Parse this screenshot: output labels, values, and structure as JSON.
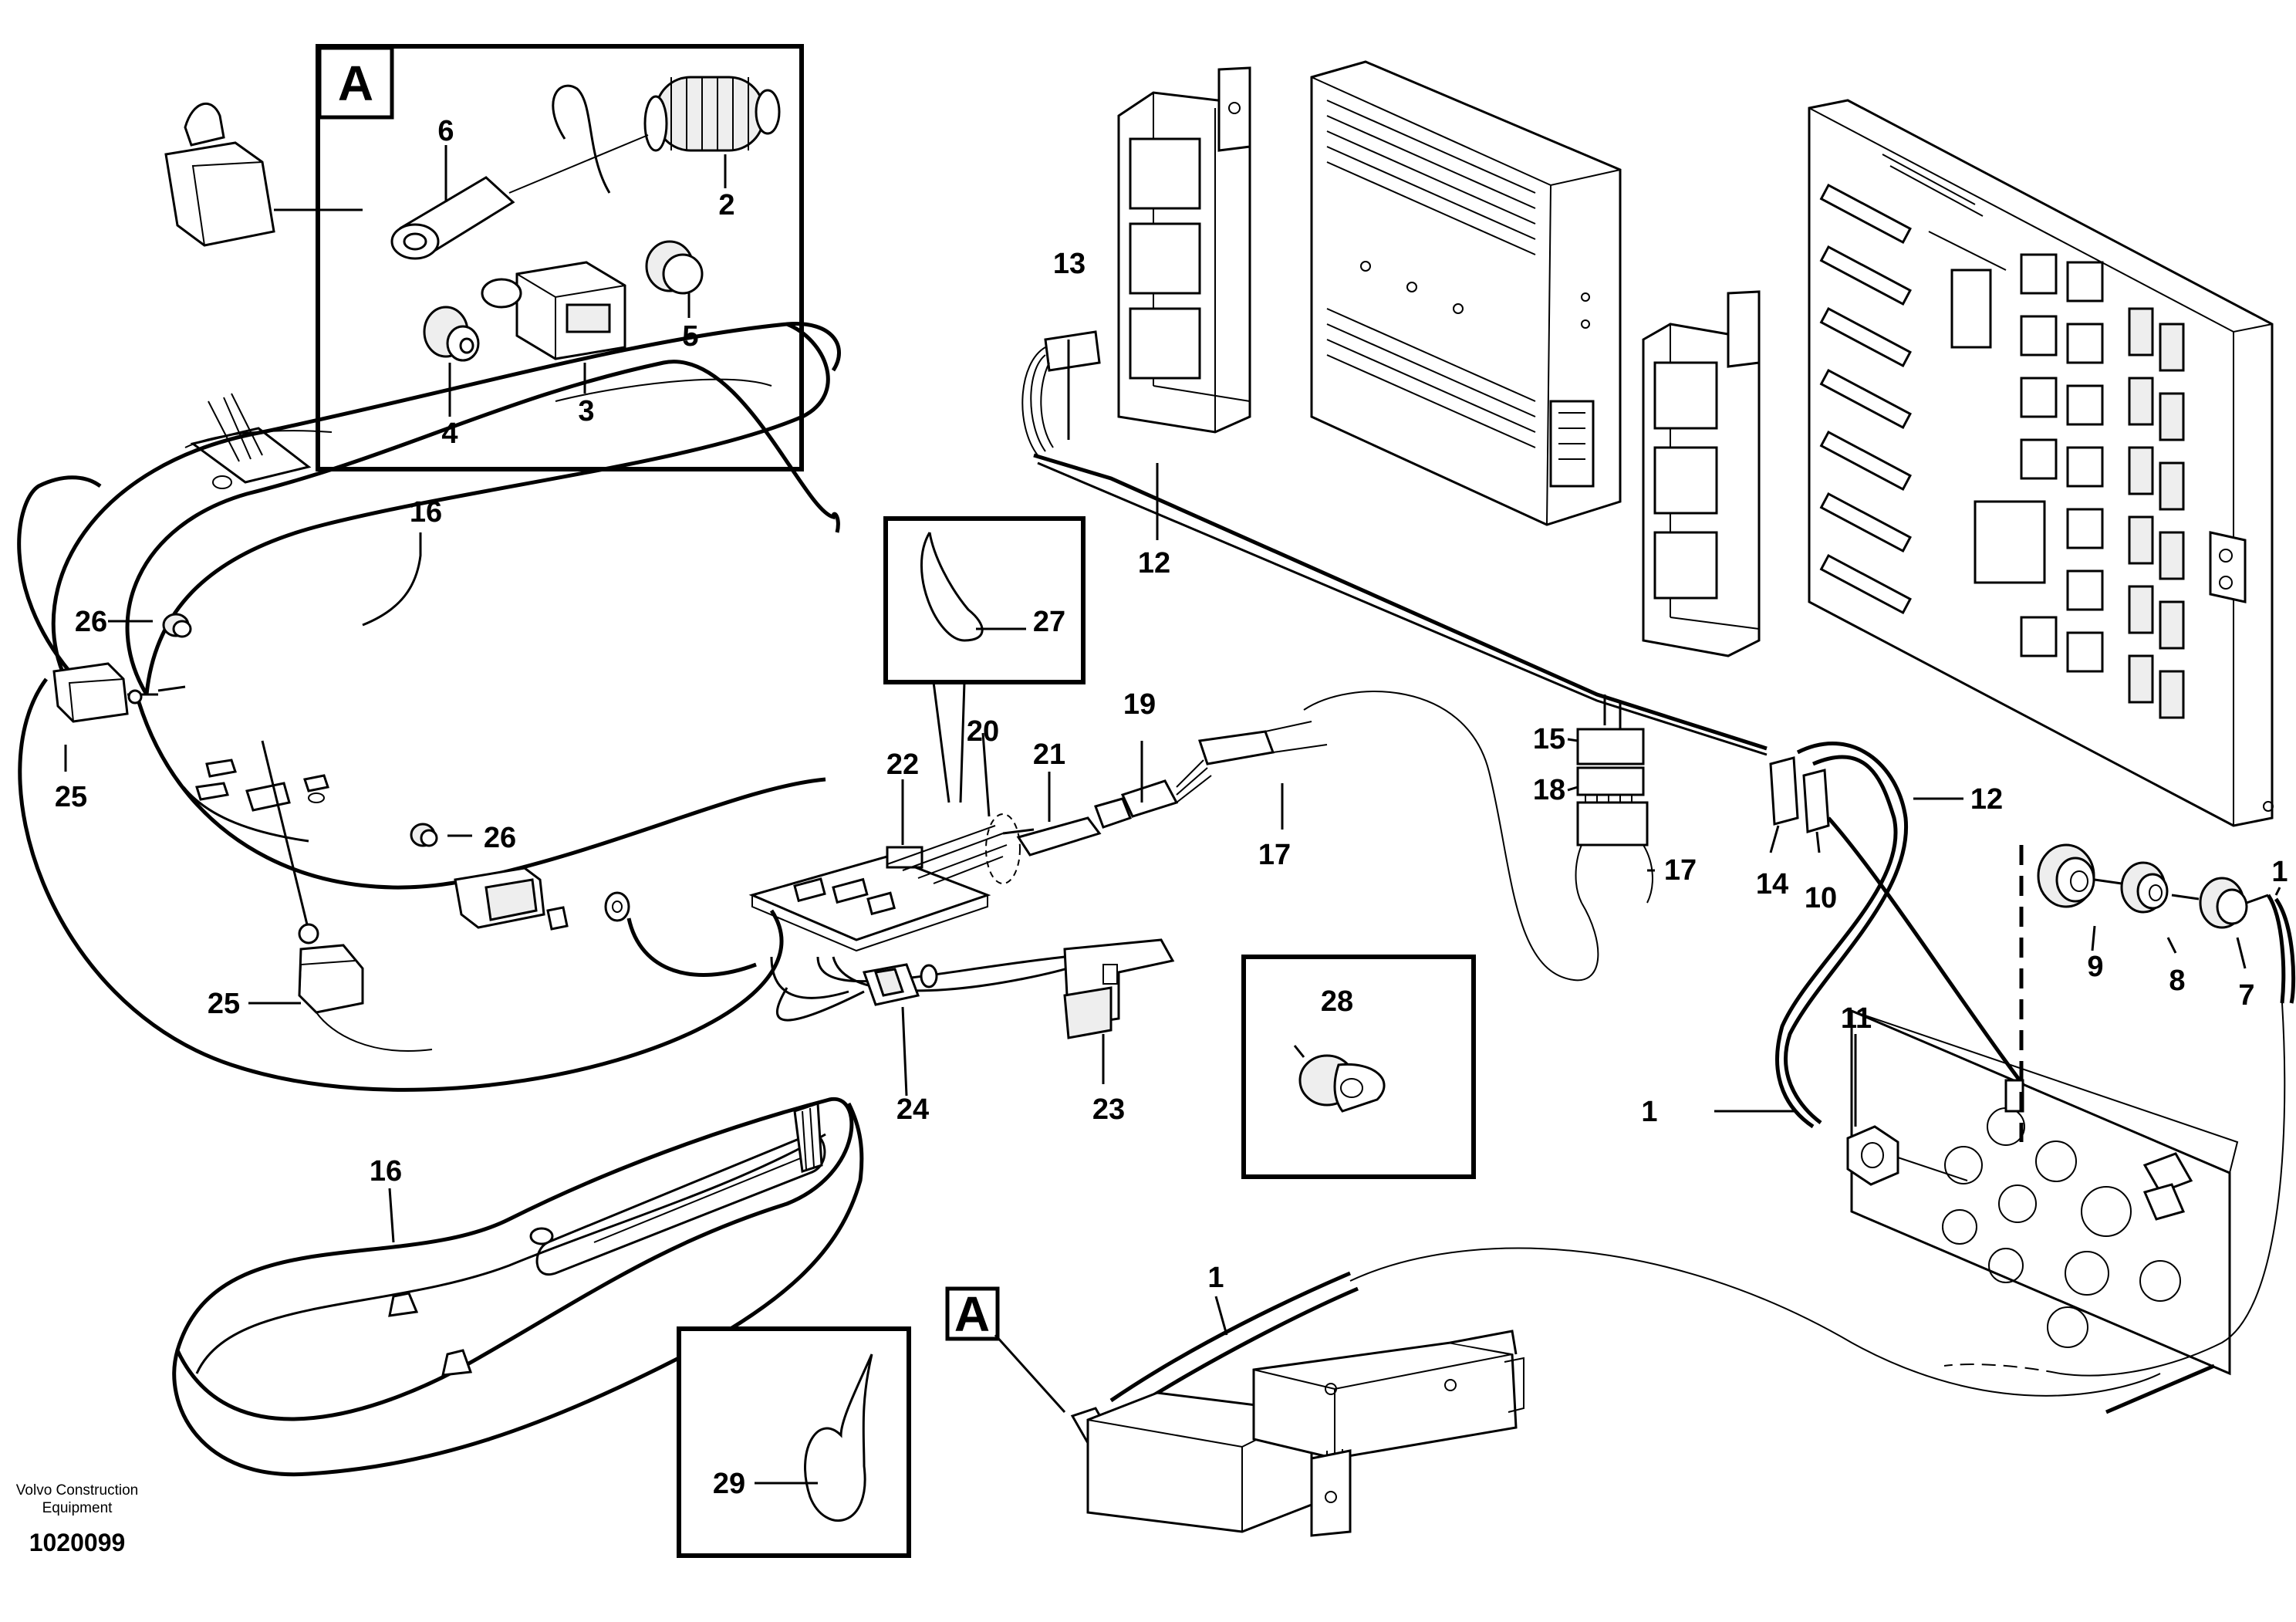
{
  "diagram": {
    "detail_box_letter": "A",
    "callouts": [
      {
        "id": "1a",
        "text": "1"
      },
      {
        "id": "1b",
        "text": "1"
      },
      {
        "id": "1c",
        "text": "1"
      },
      {
        "id": "2",
        "text": "2"
      },
      {
        "id": "3",
        "text": "3"
      },
      {
        "id": "4",
        "text": "4"
      },
      {
        "id": "5",
        "text": "5"
      },
      {
        "id": "6",
        "text": "6"
      },
      {
        "id": "7",
        "text": "7"
      },
      {
        "id": "8",
        "text": "8"
      },
      {
        "id": "9",
        "text": "9"
      },
      {
        "id": "10",
        "text": "10"
      },
      {
        "id": "11",
        "text": "11"
      },
      {
        "id": "12a",
        "text": "12"
      },
      {
        "id": "12b",
        "text": "12"
      },
      {
        "id": "13",
        "text": "13"
      },
      {
        "id": "14",
        "text": "14"
      },
      {
        "id": "15",
        "text": "15"
      },
      {
        "id": "16a",
        "text": "16"
      },
      {
        "id": "16b",
        "text": "16"
      },
      {
        "id": "16c",
        "text": "16"
      },
      {
        "id": "17a",
        "text": "17"
      },
      {
        "id": "17b",
        "text": "17"
      },
      {
        "id": "18",
        "text": "18"
      },
      {
        "id": "19",
        "text": "19"
      },
      {
        "id": "20",
        "text": "20"
      },
      {
        "id": "21",
        "text": "21"
      },
      {
        "id": "22",
        "text": "22"
      },
      {
        "id": "23",
        "text": "23"
      },
      {
        "id": "24",
        "text": "24"
      },
      {
        "id": "25a",
        "text": "25"
      },
      {
        "id": "25b",
        "text": "25"
      },
      {
        "id": "26a",
        "text": "26"
      },
      {
        "id": "26b",
        "text": "26"
      },
      {
        "id": "27",
        "text": "27"
      },
      {
        "id": "28",
        "text": "28"
      },
      {
        "id": "29",
        "text": "29"
      }
    ]
  },
  "footer": {
    "credit_line1": "Volvo Construction",
    "credit_line2": "Equipment",
    "drawing_number": "1020099"
  }
}
